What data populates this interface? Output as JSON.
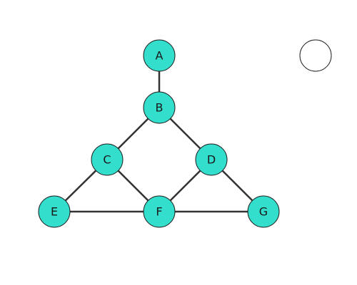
{
  "diagram": {
    "type": "graph",
    "colors": {
      "node_fill": "#33dfcc",
      "node_stroke": "#222222",
      "edge": "#333333",
      "empty_node_fill": "#ffffff"
    },
    "nodes": [
      {
        "id": "A",
        "label": "A"
      },
      {
        "id": "B",
        "label": "B"
      },
      {
        "id": "C",
        "label": "C"
      },
      {
        "id": "D",
        "label": "D"
      },
      {
        "id": "E",
        "label": "E"
      },
      {
        "id": "F",
        "label": "F"
      },
      {
        "id": "G",
        "label": "G"
      }
    ],
    "edges": [
      {
        "from": "A",
        "to": "B"
      },
      {
        "from": "B",
        "to": "C"
      },
      {
        "from": "B",
        "to": "D"
      },
      {
        "from": "C",
        "to": "E"
      },
      {
        "from": "C",
        "to": "F"
      },
      {
        "from": "D",
        "to": "F"
      },
      {
        "from": "D",
        "to": "G"
      },
      {
        "from": "E",
        "to": "F"
      },
      {
        "from": "F",
        "to": "G"
      }
    ],
    "extra_nodes": [
      {
        "id": "unlabeled-node",
        "label": ""
      }
    ]
  }
}
